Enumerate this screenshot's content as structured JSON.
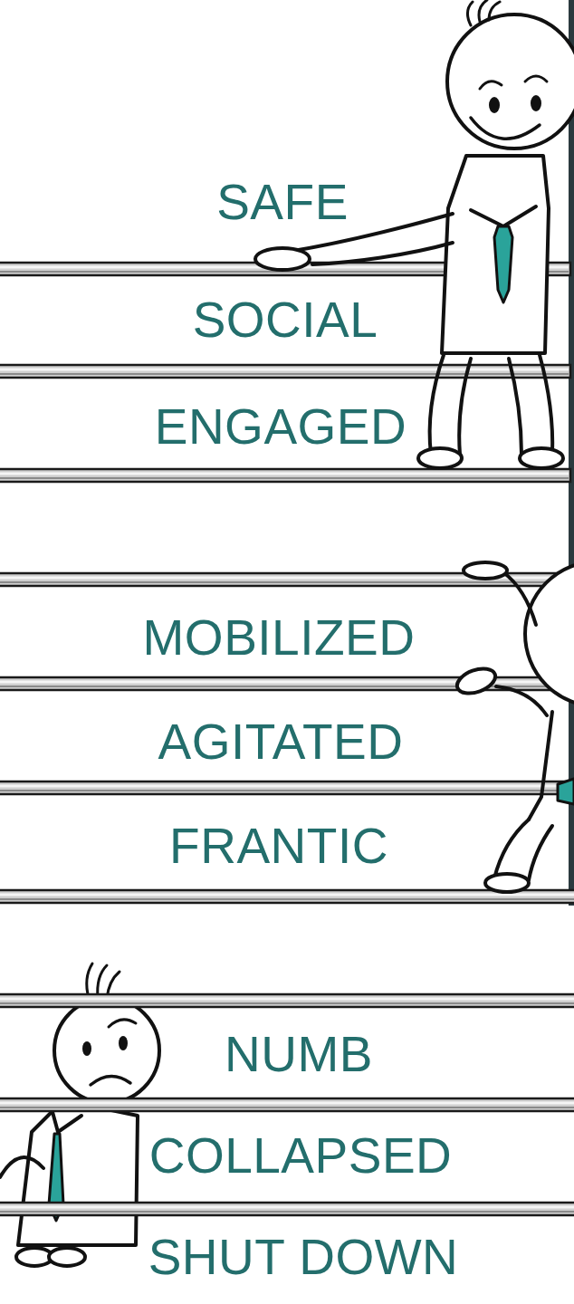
{
  "diagram": {
    "nodes": [
      {
        "text": [
          "SAFE"
        ]
      },
      {
        "text": [
          "SOCIAL"
        ]
      },
      {
        "text": [
          "ENGAGED"
        ]
      },
      {
        "text": [
          "MOBILIZED"
        ]
      },
      {
        "text": [
          "AGITATED"
        ]
      },
      {
        "text": [
          "FRANTIC"
        ]
      },
      {
        "text": [
          "NUMB"
        ]
      },
      {
        "text": [
          "COLLAPSED"
        ]
      },
      {
        "text": [
          "SHUT DOWN"
        ]
      }
    ]
  }
}
